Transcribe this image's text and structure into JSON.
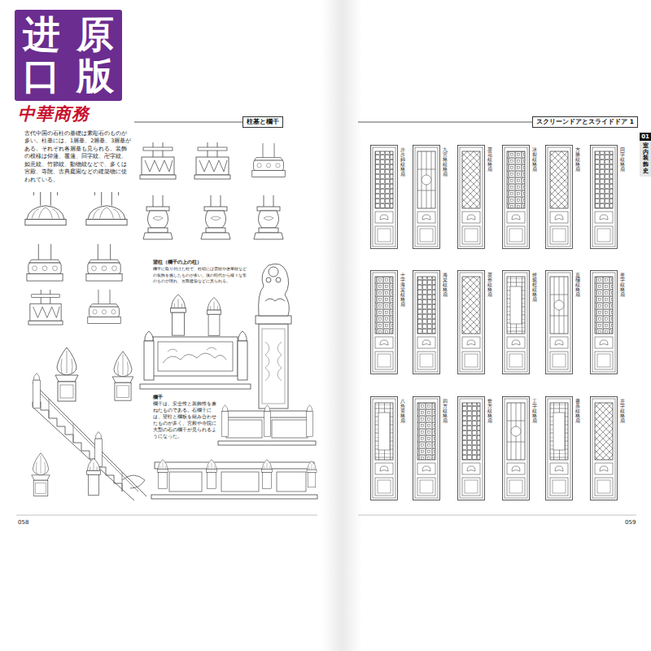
{
  "diagram": {
    "nodes": [
      {
        "text": [
          "进口",
          "原版"
        ]
      },
      {
        "text": [
          "柱基と欄干"
        ]
      },
      {
        "text": [
          "スクリーンドアとスライドドア 1"
        ]
      },
      {
        "text": [
          "01",
          "室内装飾史"
        ]
      }
    ],
    "labels": [
      "中華商務",
      "古代中国の石柱の基礎は素彫石のものが多い。柱基には、1層基、2層基、3層基がある。それぞれ各層基も見られる。装飾の模様は仰蓮、覆蓮、回字紋、卍字紋、如意紋、竹節紋、動物紋などで、多くは宮殿、寺院、古典庭園などの建築物に使われている。",
      "望柱（欄干の上の柱）",
      "欄干に取り付けた柱で、柱頭には雲紋や蓮華紋などの装飾を施したものが多い。漢の時代から様々な形のものが現れ、宮殿建築などに見られる。",
      "欄干",
      "欄干は、安全性と装飾性を兼ねたものである。石欄干には、望柱と欄板を組み合わせたものが多く、宮殿や寺院に大型の石の欄干が見られるようになった。",
      "歩歩錦紋格扇",
      "九宮格紋格扇",
      "菱花紋格扇",
      "冰裂紋格扇",
      "方勝紋格扇",
      "回字紋格扇",
      "十字海棠紋格扇",
      "海棠紋格扇",
      "菱形紋格扇",
      "燈籠框紋格扇",
      "直欞紋格扇",
      "亜字紋格扇",
      "八角景格扇",
      "四方紋格扇",
      "套方紋格扇",
      "工字紋格扇",
      "書条紋格扇",
      "井字紋格扇",
      "058",
      "059"
    ]
  }
}
